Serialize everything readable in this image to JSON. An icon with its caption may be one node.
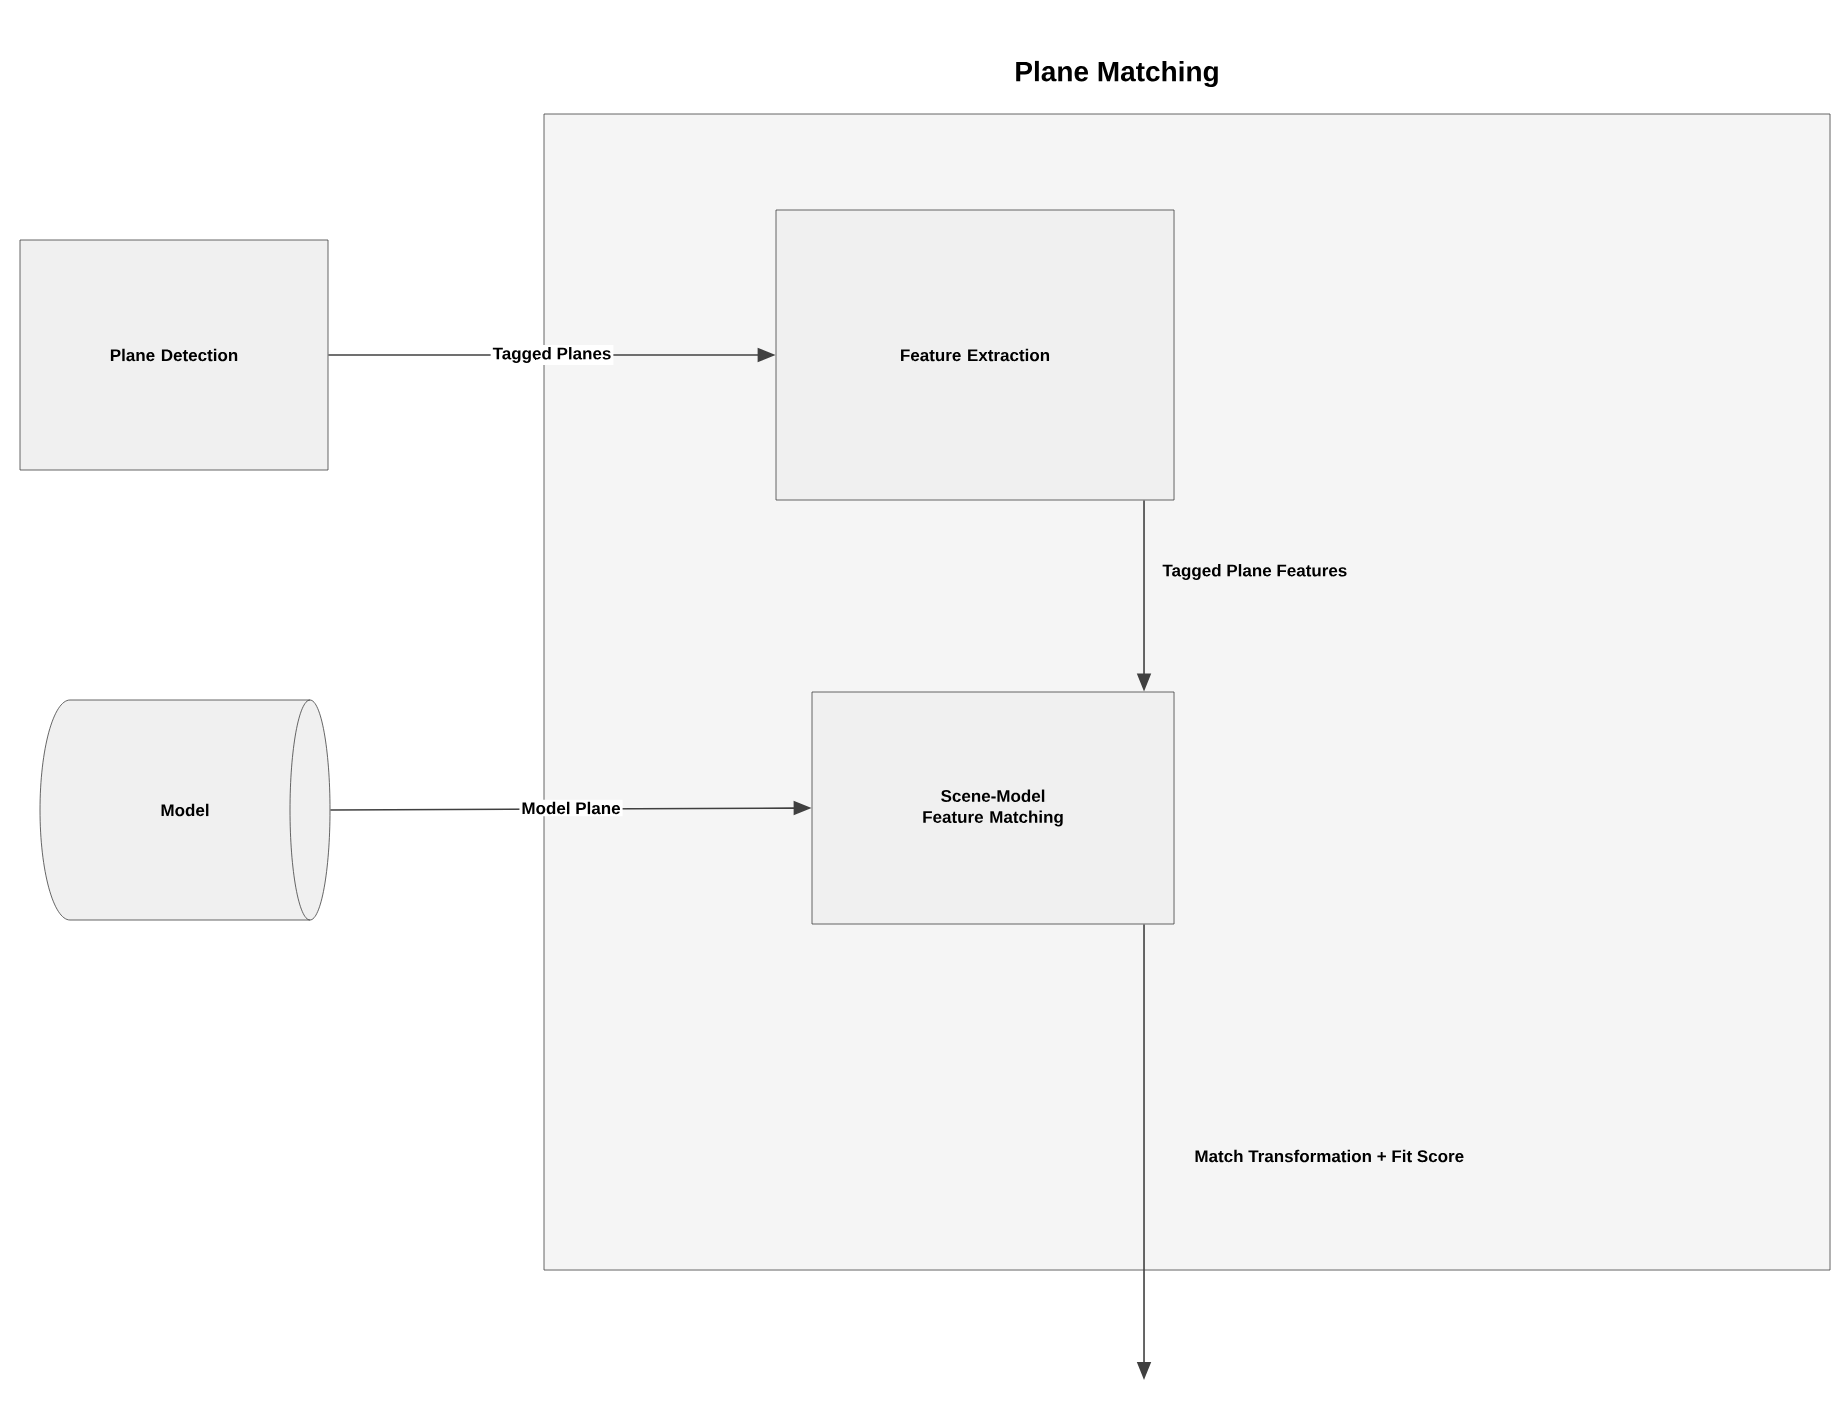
{
  "diagram": {
    "nodes": [
      {
        "text": [
          "Plane Matching"
        ]
      },
      {
        "text": [
          "Plane Detection"
        ]
      },
      {
        "text": [
          "Feature Extraction"
        ],
        "in": 0
      },
      {
        "text": [
          "Model"
        ]
      },
      {
        "text": [
          "Scene-Model Feature Matching"
        ],
        "in": 0
      }
    ],
    "edges": [
      {
        "from": 1,
        "to": 2,
        "arrow": "to",
        "label": "Tagged Planes"
      },
      {
        "from": 2,
        "to": 4,
        "arrow": "to",
        "label": "Tagged Plane Features"
      },
      {
        "from": 3,
        "to": 4,
        "arrow": "to",
        "label": "Model Plane"
      },
      {
        "from": 4,
        "to": null,
        "arrow": "to",
        "label": "Match Transformation + Fit Score"
      }
    ]
  }
}
